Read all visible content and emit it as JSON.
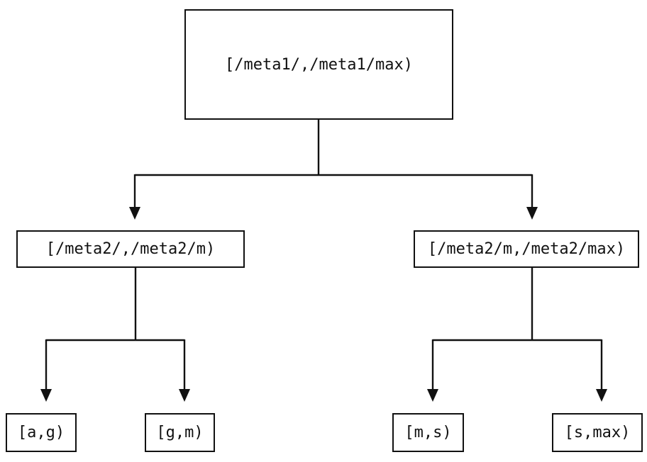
{
  "diagram": {
    "type": "tree",
    "nodes": {
      "root": {
        "label": "[/meta1/,/meta1/max)"
      },
      "left_mid": {
        "label": "[/meta2/,/meta2/m)"
      },
      "right_mid": {
        "label": "[/meta2/m,/meta2/max)"
      },
      "leaf_1": {
        "label": "[a,g)"
      },
      "leaf_2": {
        "label": "[g,m)"
      },
      "leaf_3": {
        "label": "[m,s)"
      },
      "leaf_4": {
        "label": "[s,max)"
      }
    },
    "edges": [
      {
        "from": "root",
        "to": "left_mid"
      },
      {
        "from": "root",
        "to": "right_mid"
      },
      {
        "from": "left_mid",
        "to": "leaf_1"
      },
      {
        "from": "left_mid",
        "to": "leaf_2"
      },
      {
        "from": "right_mid",
        "to": "leaf_3"
      },
      {
        "from": "right_mid",
        "to": "leaf_4"
      }
    ],
    "colors": {
      "line": "#111111",
      "text": "#111111",
      "background": "#ffffff"
    }
  }
}
